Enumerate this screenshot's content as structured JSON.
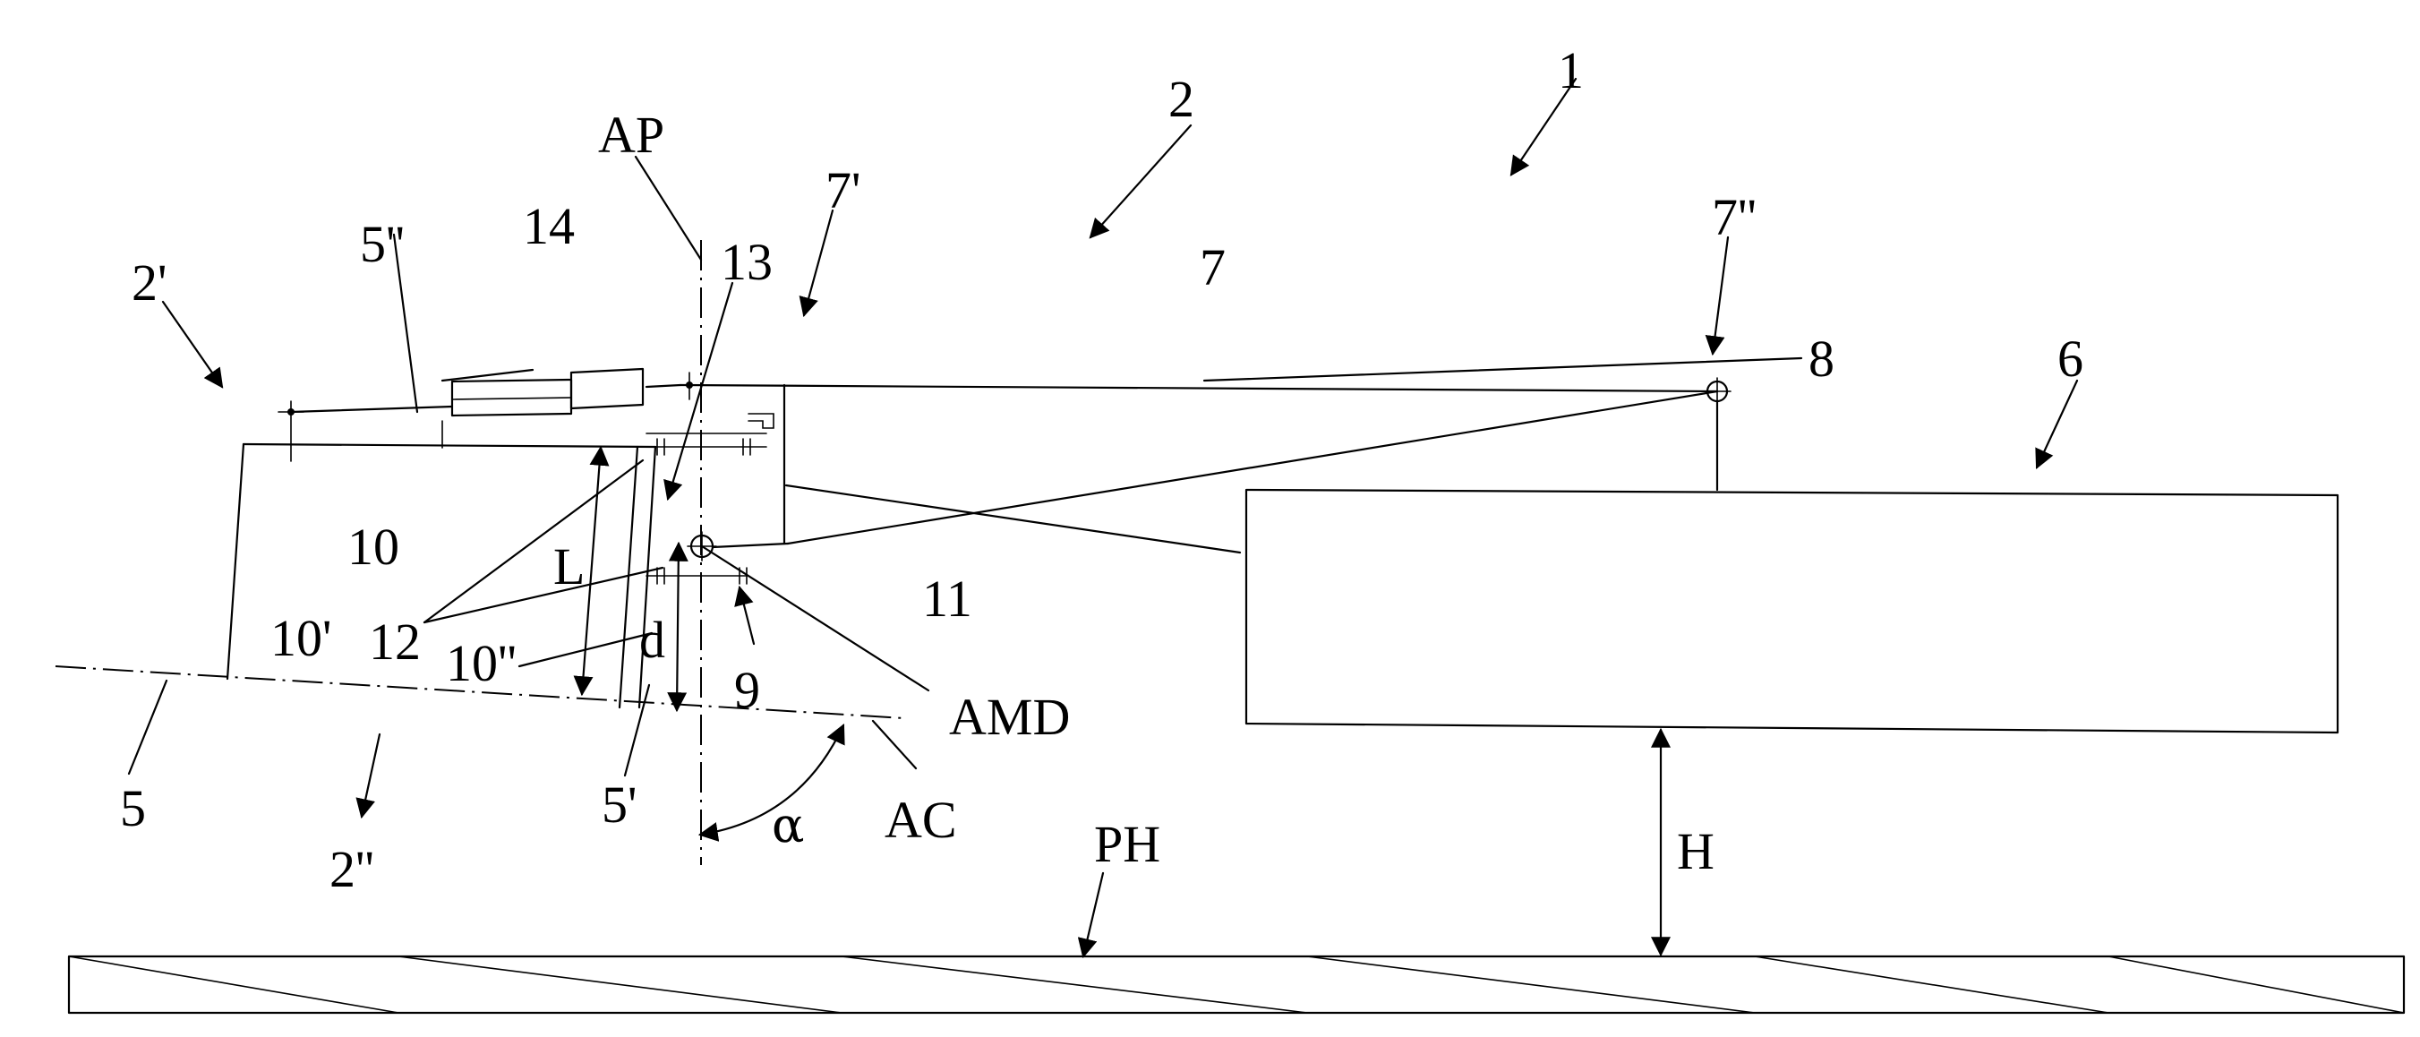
{
  "labels": {
    "n1": "1",
    "n2": "2",
    "n2p": "2'",
    "n2pp": "2''",
    "ap": "AP",
    "n5pp": "5''",
    "n14": "14",
    "n13": "13",
    "n7p": "7'",
    "n7": "7",
    "n7pp": "7''",
    "n8": "8",
    "n6": "6",
    "n10": "10",
    "n10p": "10'",
    "n10pp": "10''",
    "n11": "11",
    "n12": "12",
    "L": "L",
    "d": "d",
    "n9": "9",
    "amd": "AMD",
    "n5": "5",
    "n5p": "5'",
    "alpha": "α",
    "ac": "AC",
    "ph": "PH",
    "H": "H"
  }
}
